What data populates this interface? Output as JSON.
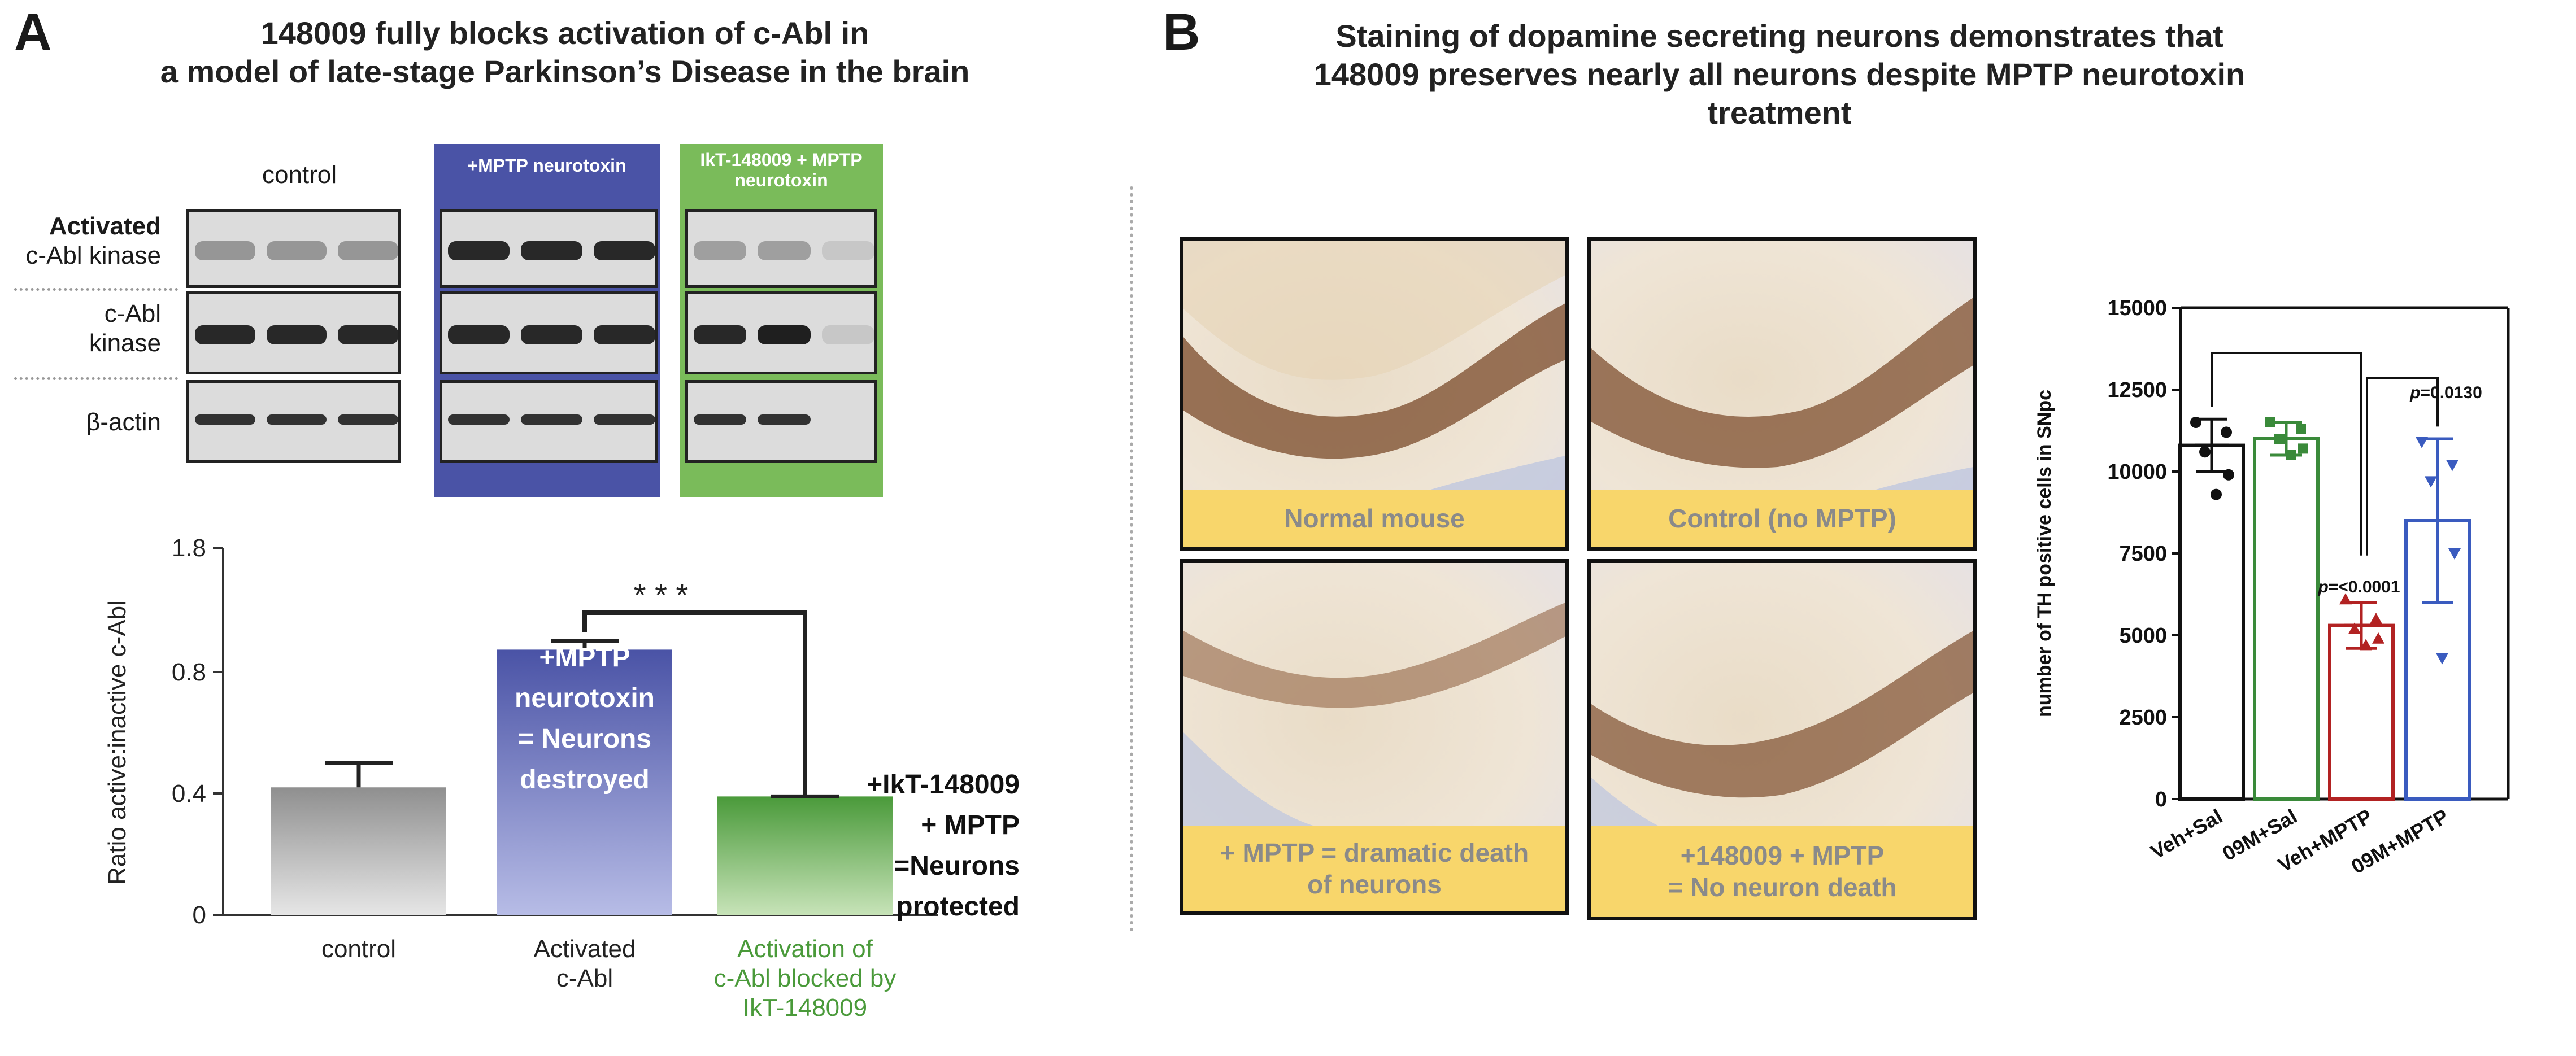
{
  "panel_a": {
    "letter": "A",
    "title_line1": "148009 fully blocks activation of c-Abl in",
    "title_line2": "a model of late-stage Parkinson’s Disease in the brain",
    "lane_headers": {
      "control": "control",
      "mptp": "+MPTP neurotoxin",
      "ikt_line1": "IkT-148009 + MPTP",
      "ikt_line2": "neurotoxin"
    },
    "blot_rows": {
      "activated_bold": "Activated",
      "activated_rest": "c-Abl kinase",
      "cabl_line1": "c-Abl",
      "cabl_line2": "kinase",
      "actin": "β-actin"
    },
    "bar_labels": {
      "mptp_bar": [
        "+MPTP",
        "neurotoxin",
        "= Neurons",
        "destroyed"
      ],
      "ikt_side": [
        "+IkT-148009",
        "+ MPTP",
        "=Neurons",
        "protected"
      ]
    },
    "significance": "* * *",
    "colors": {
      "mptp_blue": "#4a53a6",
      "ikt_green": "#7abb5a"
    }
  },
  "panel_b": {
    "letter": "B",
    "title_line1": "Staining of dopamine secreting neurons demonstrates that",
    "title_line2": "148009 preserves nearly all neurons despite MPTP neurotoxin",
    "title_line3": "treatment",
    "images": [
      {
        "caption": [
          "Normal mouse"
        ]
      },
      {
        "caption": [
          "Control (no MPTP)"
        ]
      },
      {
        "caption": [
          "+ MPTP = dramatic death",
          "of neurons"
        ]
      },
      {
        "caption": [
          "+148009 + MPTP",
          "= No neuron death"
        ]
      }
    ],
    "caption_color": "#f8d66b"
  },
  "chart_data": [
    {
      "type": "bar",
      "categories": [
        "control",
        "Activated c-Abl",
        "Activation of c-Abl blocked by IkT-148009"
      ],
      "category_lines": [
        [
          "control"
        ],
        [
          "Activated",
          "c-Abl"
        ],
        [
          "Activation of",
          "c-Abl blocked by",
          "IkT-148009"
        ]
      ],
      "values": [
        0.42,
        0.98,
        0.39
      ],
      "error": [
        0.08,
        0.07,
        0.0
      ],
      "colors": [
        "#8f8f8f",
        "#4a53a6",
        "#4a9a3a"
      ],
      "ylabel": "Ratio active:inactive c-Abl",
      "ylim": [
        0,
        1.8
      ],
      "yticks": [
        "0",
        "0.4",
        "0.8",
        "1.8"
      ],
      "ytick_values": [
        0,
        0.4,
        0.8,
        1.8
      ],
      "significance": {
        "between": [
          1,
          2
        ],
        "label": "* * *"
      },
      "grid": false
    },
    {
      "type": "bar",
      "categories": [
        "Veh+Sal",
        "09M+Sal",
        "Veh+MPTP",
        "09M+MPTP"
      ],
      "values": [
        10800,
        11000,
        5300,
        8500
      ],
      "error": [
        800,
        500,
        700,
        2500
      ],
      "points": [
        [
          11500,
          11200,
          10600,
          9900,
          9300
        ],
        [
          11500,
          11300,
          11000,
          10700,
          10500
        ],
        [
          6100,
          5500,
          5200,
          4900,
          4700
        ],
        [
          10900,
          10200,
          9700,
          7500,
          4300
        ]
      ],
      "colors": [
        "#111111",
        "#3a8a3a",
        "#b22222",
        "#3a5bbf"
      ],
      "ylabel": "number of TH positive cells in SNpc",
      "ylim": [
        0,
        15000
      ],
      "yticks": [
        "0",
        "2500",
        "5000",
        "7500",
        "10000",
        "12500",
        "15000"
      ],
      "ytick_values": [
        0,
        2500,
        5000,
        7500,
        10000,
        12500,
        15000
      ],
      "annotations": [
        {
          "label": "p=<0.0001",
          "p_prefix": "p",
          "rest": "=<0.0001",
          "bar": 2
        },
        {
          "label": "p=0.0130",
          "p_prefix": "p",
          "rest": "=0.0130",
          "bar": 3
        }
      ],
      "grid": false
    }
  ]
}
